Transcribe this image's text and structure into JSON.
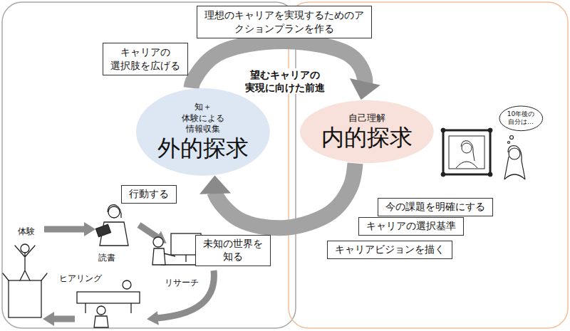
{
  "diagram": {
    "nodes": [
      {
        "text": [
          "理想のキャリアを実現するためのア クションプランを作る"
        ]
      },
      {
        "text": [
          "キャリアの 選択肢を広げる"
        ]
      },
      {
        "text": [
          "知＋体験による 情報収集",
          "外的探求"
        ]
      },
      {
        "text": [
          "自己理解",
          "内的探求"
        ]
      },
      {
        "text": [
          "10年後の 自分は…"
        ]
      },
      {
        "text": [
          "行動する"
        ]
      },
      {
        "text": [
          "今の課題を明確にする"
        ]
      },
      {
        "text": [
          "キャリアの選択基準"
        ]
      },
      {
        "text": [
          "未知の世界を 知る"
        ]
      },
      {
        "text": [
          "キャリアビジョンを描く"
        ]
      }
    ],
    "edges": [
      {
        "from": 2,
        "to": 3,
        "arrow": "to"
      },
      {
        "from": 3,
        "to": 2,
        "arrow": "to"
      }
    ],
    "labels": [
      "望むキャリアの 実現に向けた前進",
      "体験",
      "読書",
      "ヒアリング",
      "リサーチ"
    ]
  }
}
